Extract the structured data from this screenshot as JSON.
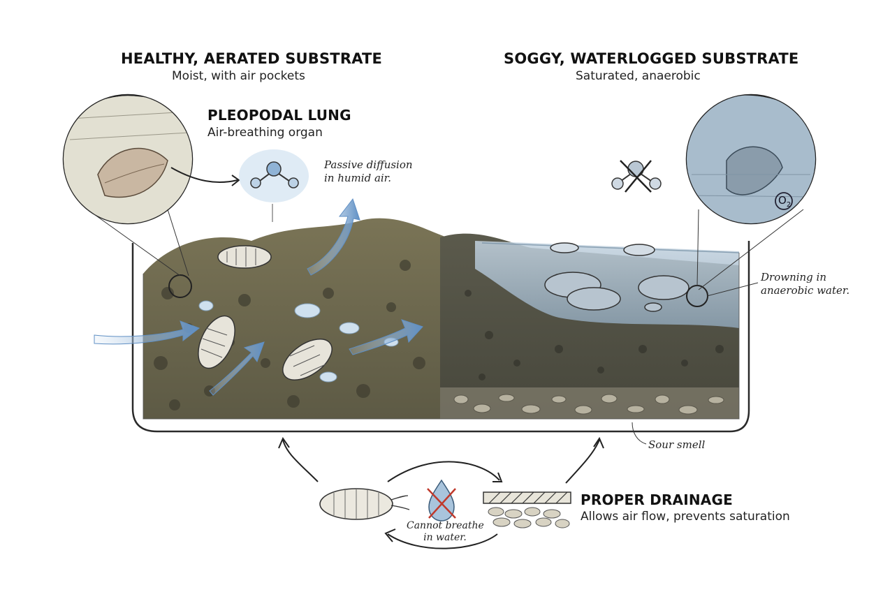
{
  "left_panel": {
    "title": "HEALTHY, AERATED SUBSTRATE",
    "subtitle": "Moist, with air pockets"
  },
  "right_panel": {
    "title": "SOGGY, WATERLOGGED SUBSTRATE",
    "subtitle": "Saturated, anaerobic"
  },
  "lung_callout": {
    "title": "PLEOPODAL LUNG",
    "subtitle": "Air-breathing organ"
  },
  "notes": {
    "diffusion_line1": "Passive diffusion",
    "diffusion_line2": "in humid air.",
    "drowning_line1": "Drowning in",
    "drowning_line2": "anaerobic water.",
    "sour": "Sour smell",
    "breathe_line1": "Cannot breathe",
    "breathe_line2": "in water."
  },
  "drainage": {
    "title": "PROPER DRAINAGE",
    "subtitle": "Allows air flow, prevents saturation"
  },
  "oxygen_symbol": {
    "o": "O",
    "sub": "2"
  },
  "colors": {
    "soil_light": "#6f6a50",
    "soil_dark": "#4e4d40",
    "water": "#a9bccd",
    "air_arrow": "#7aa3cf",
    "no_mark": "#c0392b",
    "outline": "#2a2a2a"
  },
  "icons": [
    "magnifier-lens-icon",
    "oxygen-molecule-icon",
    "crossed-molecule-icon",
    "crossed-water-drop-icon",
    "isopod-icon",
    "cycle-arrow-icon"
  ]
}
